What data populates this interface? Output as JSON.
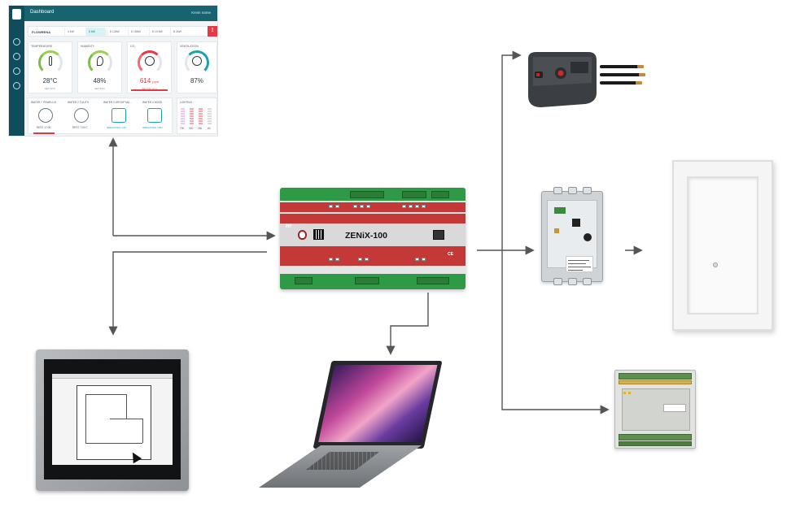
{
  "diagram": {
    "controller": {
      "model": "ZENiX-100",
      "brand": "RF",
      "mark": "CE"
    },
    "dashboard": {
      "title": "Dashboard",
      "user": "Kevin name",
      "selector_label": "FLOWRENA",
      "segments": [
        "4 kW",
        "6 kW",
        "8 12kW",
        "8 18kW",
        "8 10 kW",
        "8 2kW"
      ],
      "cards": [
        {
          "title": "TEMPERATURE",
          "value": "28°C",
          "sub": "SET 20°C"
        },
        {
          "title": "HUMIDITY",
          "value": "48%",
          "sub": "SET 50%"
        },
        {
          "title": "CO₂",
          "value": "614",
          "unit": "ppm",
          "sub": "SET 700 ppm"
        },
        {
          "title": "VENTILATION",
          "value": "87%",
          "sub": ""
        }
      ],
      "bottom": {
        "water_label": "WATER + POWELLIS",
        "water2_label": "WATER 2 TLILITS",
        "water3_label": "WATER 3 GROUP MA...",
        "water4_label": "WATER 4 HOOD",
        "lighting_label": "LIGHTING",
        "clock1": "REST 17:00",
        "clock2": "REST 7:00 C",
        "status1": "IRRIGATING 1/15",
        "status2": "IRRIGATING 1/8/2",
        "light_values": [
          "700",
          "300",
          "260",
          "60"
        ]
      }
    },
    "colors": {
      "arrow": "#555555",
      "green": "#2f9a45",
      "red": "#c43838",
      "teal": "#17636f"
    }
  }
}
